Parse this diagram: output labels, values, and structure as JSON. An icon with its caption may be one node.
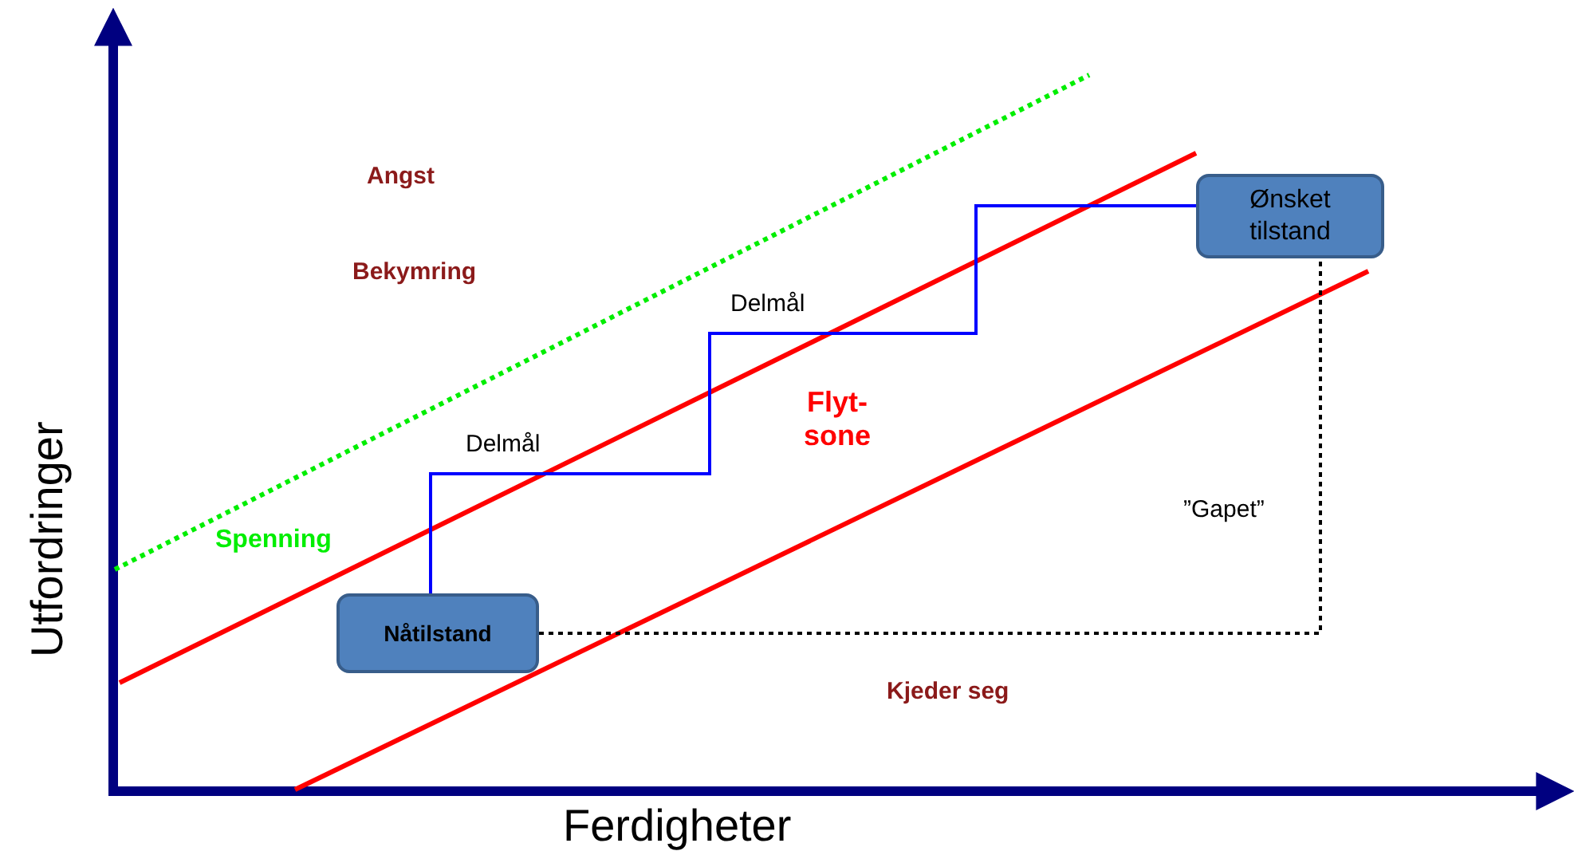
{
  "diagram": {
    "nodes": [
      {
        "text": [
          "Nåtilstand"
        ]
      },
      {
        "text": [
          "Ønsket tilstand"
        ]
      }
    ],
    "edges": [
      {
        "from": 0,
        "to": 1,
        "arrow": "none",
        "color": "#0000ff"
      },
      {
        "from": 0,
        "to": 1,
        "arrow": "none",
        "style": "dashed",
        "color": "#000000",
        "label": "”Gapet”"
      }
    ],
    "labels": [
      "Angst",
      "Bekymring",
      "Delmål",
      "Delmål",
      "Flyt- sone",
      "Spenning",
      "Kjeder seg",
      "Utfordringer",
      "Ferdigheter"
    ]
  }
}
